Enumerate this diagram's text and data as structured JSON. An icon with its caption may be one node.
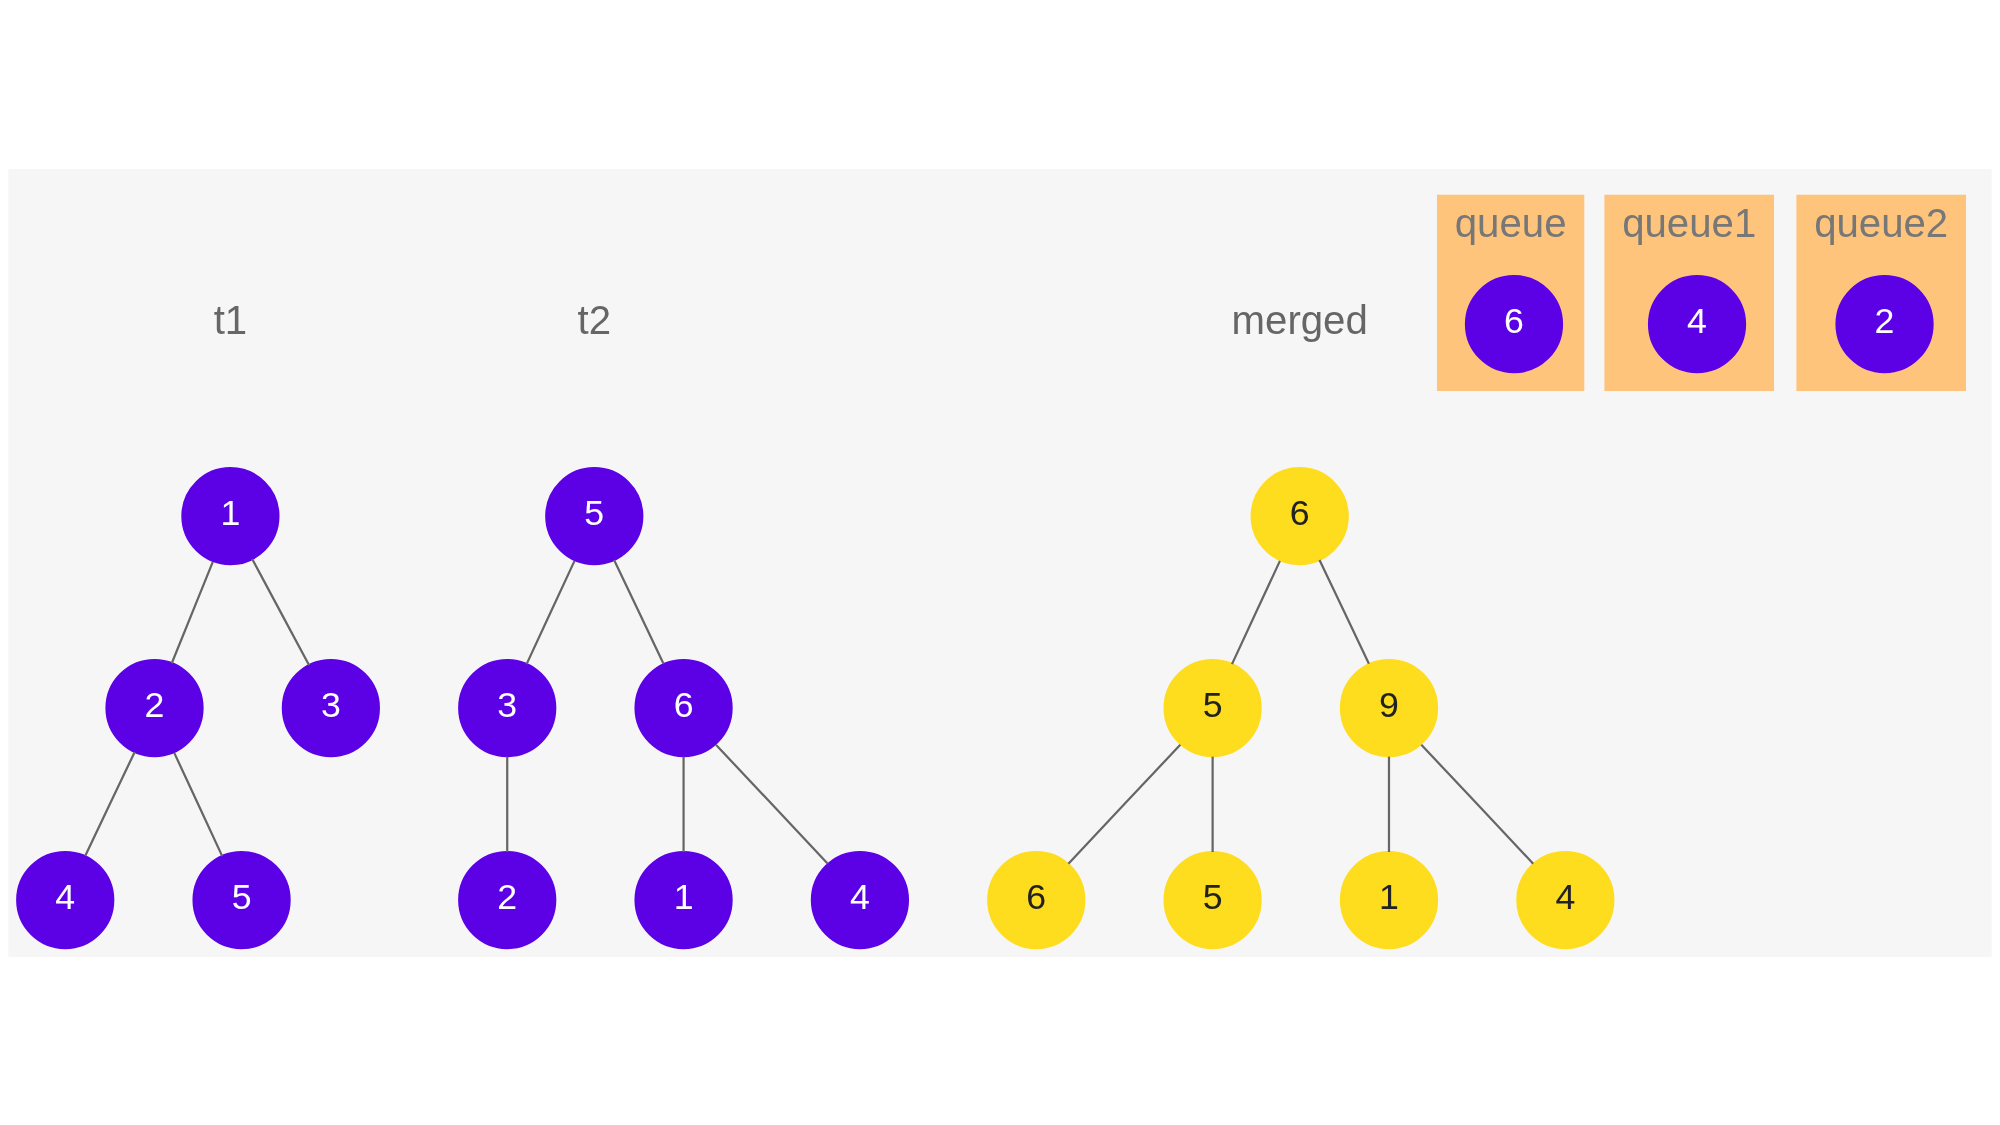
{
  "diagram": {
    "nodes": [
      {
        "text": [
          "1"
        ]
      },
      {
        "text": [
          "2"
        ]
      },
      {
        "text": [
          "3"
        ]
      },
      {
        "text": [
          "4"
        ]
      },
      {
        "text": [
          "5"
        ]
      },
      {
        "text": [
          "5"
        ]
      },
      {
        "text": [
          "3"
        ]
      },
      {
        "text": [
          "6"
        ]
      },
      {
        "text": [
          "2"
        ]
      },
      {
        "text": [
          "1"
        ]
      },
      {
        "text": [
          "4"
        ]
      },
      {
        "text": [
          "6"
        ]
      },
      {
        "text": [
          "5"
        ]
      },
      {
        "text": [
          "9"
        ]
      },
      {
        "text": [
          "6"
        ]
      },
      {
        "text": [
          "5"
        ]
      },
      {
        "text": [
          "1"
        ]
      },
      {
        "text": [
          "4"
        ]
      },
      {
        "text": [
          "queue"
        ]
      },
      {
        "text": [
          "6"
        ],
        "in": 18
      },
      {
        "text": [
          "queue1"
        ]
      },
      {
        "text": [
          "4"
        ],
        "in": 20
      },
      {
        "text": [
          "queue2"
        ]
      },
      {
        "text": [
          "2"
        ],
        "in": 22
      }
    ],
    "edges": [
      {
        "from": 0,
        "to": 1,
        "arrow": "none"
      },
      {
        "from": 0,
        "to": 2,
        "arrow": "none"
      },
      {
        "from": 1,
        "to": 3,
        "arrow": "none"
      },
      {
        "from": 1,
        "to": 4,
        "arrow": "none"
      },
      {
        "from": 5,
        "to": 6,
        "arrow": "none"
      },
      {
        "from": 5,
        "to": 7,
        "arrow": "none"
      },
      {
        "from": 6,
        "to": 8,
        "arrow": "none"
      },
      {
        "from": 7,
        "to": 9,
        "arrow": "none"
      },
      {
        "from": 7,
        "to": 10,
        "arrow": "none"
      },
      {
        "from": 11,
        "to": 12,
        "arrow": "none"
      },
      {
        "from": 11,
        "to": 13,
        "arrow": "none"
      },
      {
        "from": 12,
        "to": 14,
        "arrow": "none"
      },
      {
        "from": 12,
        "to": 15,
        "arrow": "none"
      },
      {
        "from": 13,
        "to": 16,
        "arrow": "none"
      },
      {
        "from": 13,
        "to": 17,
        "arrow": "none"
      }
    ],
    "labels": [
      "t1",
      "t2",
      "merged"
    ]
  }
}
